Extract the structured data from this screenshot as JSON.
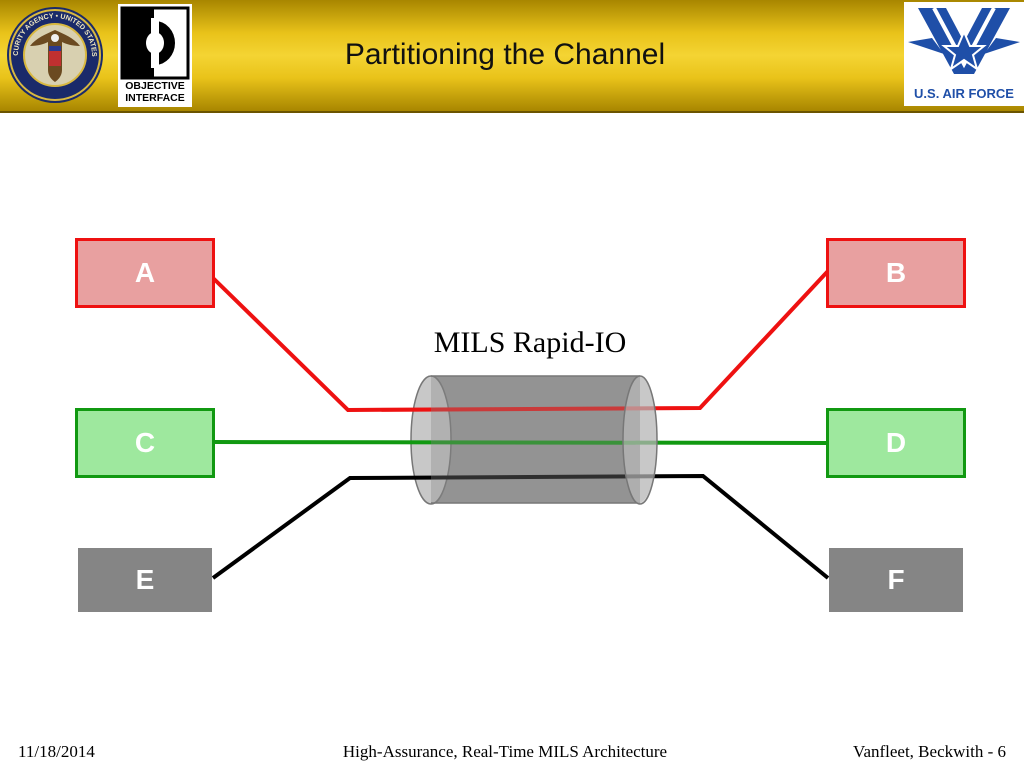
{
  "slide": {
    "title": "Partitioning the Channel"
  },
  "logos": {
    "nsa_seal": {
      "text": "NATIONAL SECURITY AGENCY • UNITED STATES OF AMERICA"
    },
    "objective_interface": {
      "line1": "OBJECTIVE",
      "line2": "INTERFACE"
    },
    "air_force": {
      "text": "U.S. AIR FORCE"
    }
  },
  "diagram": {
    "channel_label": "MILS Rapid-IO",
    "nodes": {
      "a": "A",
      "b": "B",
      "c": "C",
      "d": "D",
      "e": "E",
      "f": "F"
    },
    "colors": {
      "red_link": "#ee1111",
      "green_link": "#119911",
      "black_link": "#000000",
      "red_fill": "#e8a0a0",
      "green_fill": "#9ee89e",
      "gray_fill": "#858585",
      "header_gold": "#f4d433"
    }
  },
  "footer": {
    "date": "11/18/2014",
    "center": "High-Assurance, Real-Time MILS Architecture",
    "right": "Vanfleet, Beckwith - 6"
  }
}
